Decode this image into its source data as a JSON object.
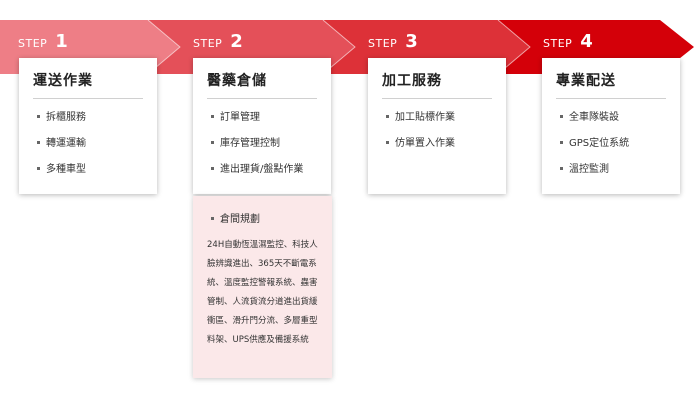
{
  "colors": {
    "step1": "#ee7e86",
    "step2": "#e45059",
    "step3": "#dd3138",
    "step4": "#d40009",
    "extra_bg": "#fbe8e9"
  },
  "steps": [
    {
      "word": "STEP",
      "number": "1",
      "title": "運送作業",
      "items": [
        "拆櫃服務",
        "轉運運輸",
        "多種車型"
      ]
    },
    {
      "word": "STEP",
      "number": "2",
      "title": "醫藥倉儲",
      "items": [
        "訂單管理",
        "庫存管理控制",
        "進出理貨/盤點作業"
      ]
    },
    {
      "word": "STEP",
      "number": "3",
      "title": "加工服務",
      "items": [
        "加工貼標作業",
        "仿單置入作業"
      ]
    },
    {
      "word": "STEP",
      "number": "4",
      "title": "專業配送",
      "items": [
        "全車隊裝設",
        "GPS定位系統",
        "溫控監測"
      ]
    }
  ],
  "extra": {
    "title": "倉間規劃",
    "description": "24H自動恆溫濕監控、科技人臉辨識進出、365天不斷電系統、溫度監控警報系統、蟲害管制、人流貨流分道進出貨緩衝區、滑升門分流、多層重型料架、UPS供應及備援系統"
  }
}
